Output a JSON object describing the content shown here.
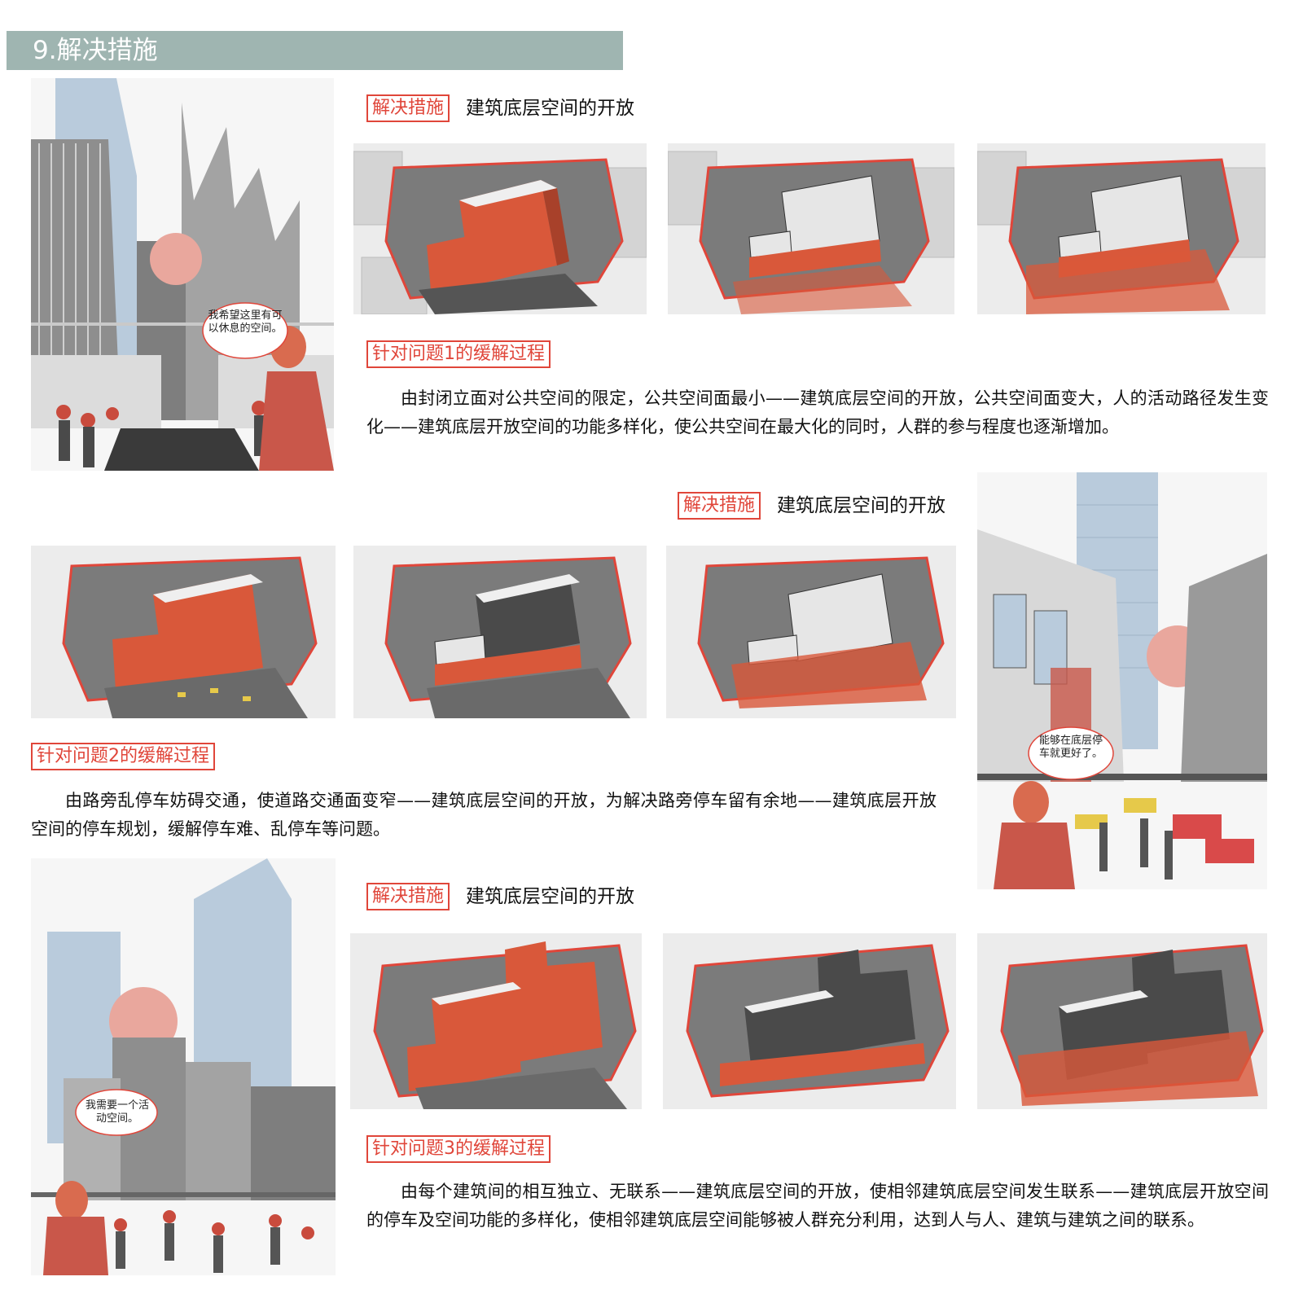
{
  "header": {
    "title": "9.解决措施"
  },
  "sections": [
    {
      "tag": "解决措施",
      "heading": "建筑底层空间的开放",
      "process_tag": "针对问题1的缓解过程",
      "paragraph": "由封闭立面对公共空间的限定，公共空间面最小——建筑底层空间的开放，公共空间面变大，人的活动路径发生变化——建筑底层开放空间的功能多样化，使公共空间在最大化的同时，人群的参与程度也逐渐增加。",
      "scene_bubble": "我希望这里有可以休息的空间。"
    },
    {
      "tag": "解决措施",
      "heading": "建筑底层空间的开放",
      "process_tag": "针对问题2的缓解过程",
      "paragraph": "由路旁乱停车妨碍交通，使道路交通面变窄——建筑底层空间的开放，为解决路旁停车留有余地——建筑底层开放空间的停车规划，缓解停车难、乱停车等问题。",
      "scene_bubble": "能够在底层停车就更好了。"
    },
    {
      "tag": "解决措施",
      "heading": "建筑底层空间的开放",
      "process_tag": "针对问题3的缓解过程",
      "paragraph": "由每个建筑间的相互独立、无联系——建筑底层空间的开放，使相邻建筑底层空间发生联系——建筑底层开放空间的停车及空间功能的多样化，使相邻建筑底层空间能够被人群充分利用，达到人与人、建筑与建筑之间的联系。",
      "scene_bubble": "我需要一个活动空间。"
    }
  ],
  "colors": {
    "header_bg": "#9fb5b1",
    "accent_red": "#e0463a",
    "orange": "#d9583a",
    "concrete": "#8c8c8c"
  }
}
